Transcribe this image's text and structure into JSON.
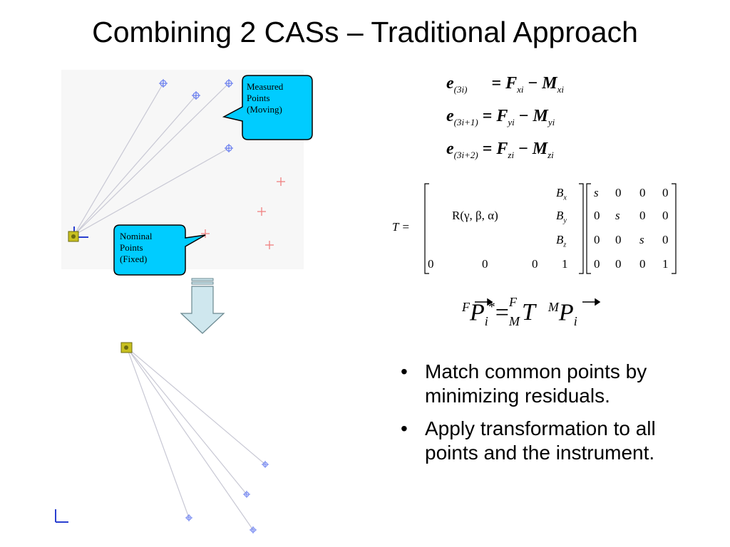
{
  "slide": {
    "title": "Combining 2 CASs – Traditional Approach"
  },
  "callouts": {
    "measured": "Measured\nPoints\n(Moving)",
    "nominal": "Nominal\nPoints\n(Fixed)"
  },
  "equations": {
    "e_lhs": "e",
    "eq_sign": "=",
    "F": "F",
    "minus": "−",
    "M": "M",
    "row1": {
      "sub_e": "(3i)",
      "sub_F": "xi",
      "sub_M": "xi"
    },
    "row2": {
      "sub_e": "(3i+1)",
      "sub_F": "yi",
      "sub_M": "yi"
    },
    "row3": {
      "sub_e": "(3i+2)",
      "sub_F": "zi",
      "sub_M": "zi"
    }
  },
  "matrix": {
    "lhs": "T =",
    "rotation": "R(γ, β, α)",
    "bx": "B",
    "bx_sub": "x",
    "by": "B",
    "by_sub": "y",
    "bz": "B",
    "bz_sub": "z",
    "bottom_row": [
      "0",
      "0",
      "0",
      "1"
    ],
    "scale_rows": [
      [
        "s",
        "0",
        "0",
        "0"
      ],
      [
        "0",
        "s",
        "0",
        "0"
      ],
      [
        "0",
        "0",
        "s",
        "0"
      ],
      [
        "0",
        "0",
        "0",
        "1"
      ]
    ]
  },
  "point_formula": {
    "sup_F": "F",
    "P": "P",
    "sub_i": "i",
    "star": "*",
    "eq": "=",
    "sup_F2": "F",
    "sub_M": "M",
    "T": "T",
    "sup_M": "M",
    "P2": "P",
    "sub_i2": "i"
  },
  "bullets": [
    "Match common points by minimizing residuals.",
    "Apply transformation to all points and the instrument."
  ],
  "colors": {
    "callout_fill": "#00ccff",
    "measured_marker": "#6a7ff0",
    "nominal_marker": "#f08080",
    "arrow_fill": "#cfe7ee",
    "instrument": "#c8c020"
  }
}
